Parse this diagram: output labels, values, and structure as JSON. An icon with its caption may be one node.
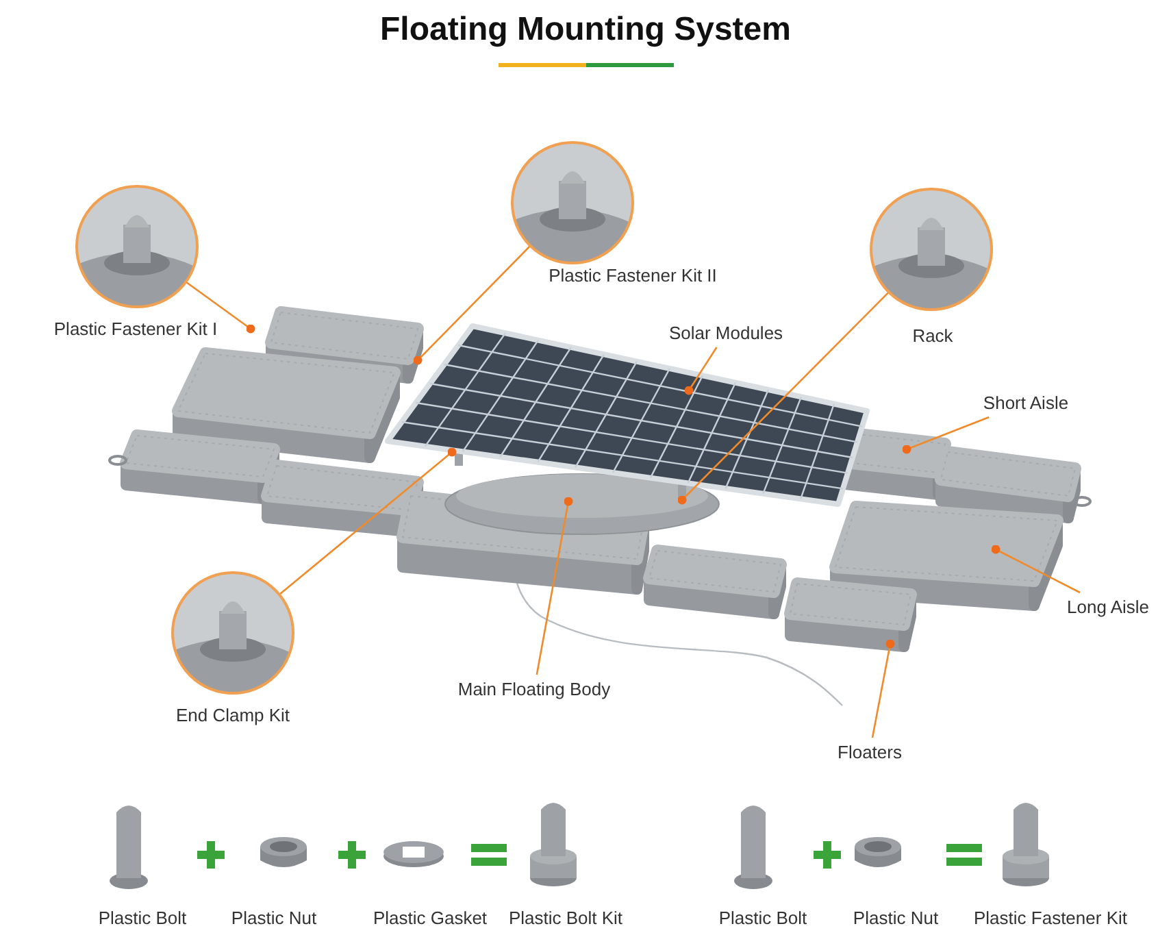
{
  "diagram": {
    "title": "Floating Mounting System",
    "nodes": [
      {
        "text": [
          "Plastic Fastener Kit I"
        ]
      },
      {
        "text": [
          "Plastic Fastener Kit II"
        ]
      },
      {
        "text": [
          "Solar Modules"
        ]
      },
      {
        "text": [
          "Rack"
        ]
      },
      {
        "text": [
          "Short Aisle"
        ]
      },
      {
        "text": [
          "Long Aisle"
        ]
      },
      {
        "text": [
          "End Clamp Kit"
        ]
      },
      {
        "text": [
          "Main Floating Body"
        ]
      },
      {
        "text": [
          "Floaters"
        ]
      }
    ],
    "edges": [
      {
        "from": 0,
        "to": null,
        "arrow": "other"
      },
      {
        "from": 1,
        "to": null,
        "arrow": "other"
      },
      {
        "from": 2,
        "to": null,
        "arrow": "other"
      },
      {
        "from": 3,
        "to": null,
        "arrow": "other"
      },
      {
        "from": 4,
        "to": null,
        "arrow": "other"
      },
      {
        "from": 5,
        "to": null,
        "arrow": "other"
      },
      {
        "from": 6,
        "to": null,
        "arrow": "other"
      },
      {
        "from": 7,
        "to": null,
        "arrow": "other"
      },
      {
        "from": 8,
        "to": null,
        "arrow": "other"
      }
    ],
    "labels": [
      "Plastic Bolt",
      "Plastic Nut",
      "Plastic Gasket",
      "Plastic Bolt Kit",
      "Plastic Bolt",
      "Plastic Nut",
      "Plastic Fastener Kit"
    ]
  }
}
